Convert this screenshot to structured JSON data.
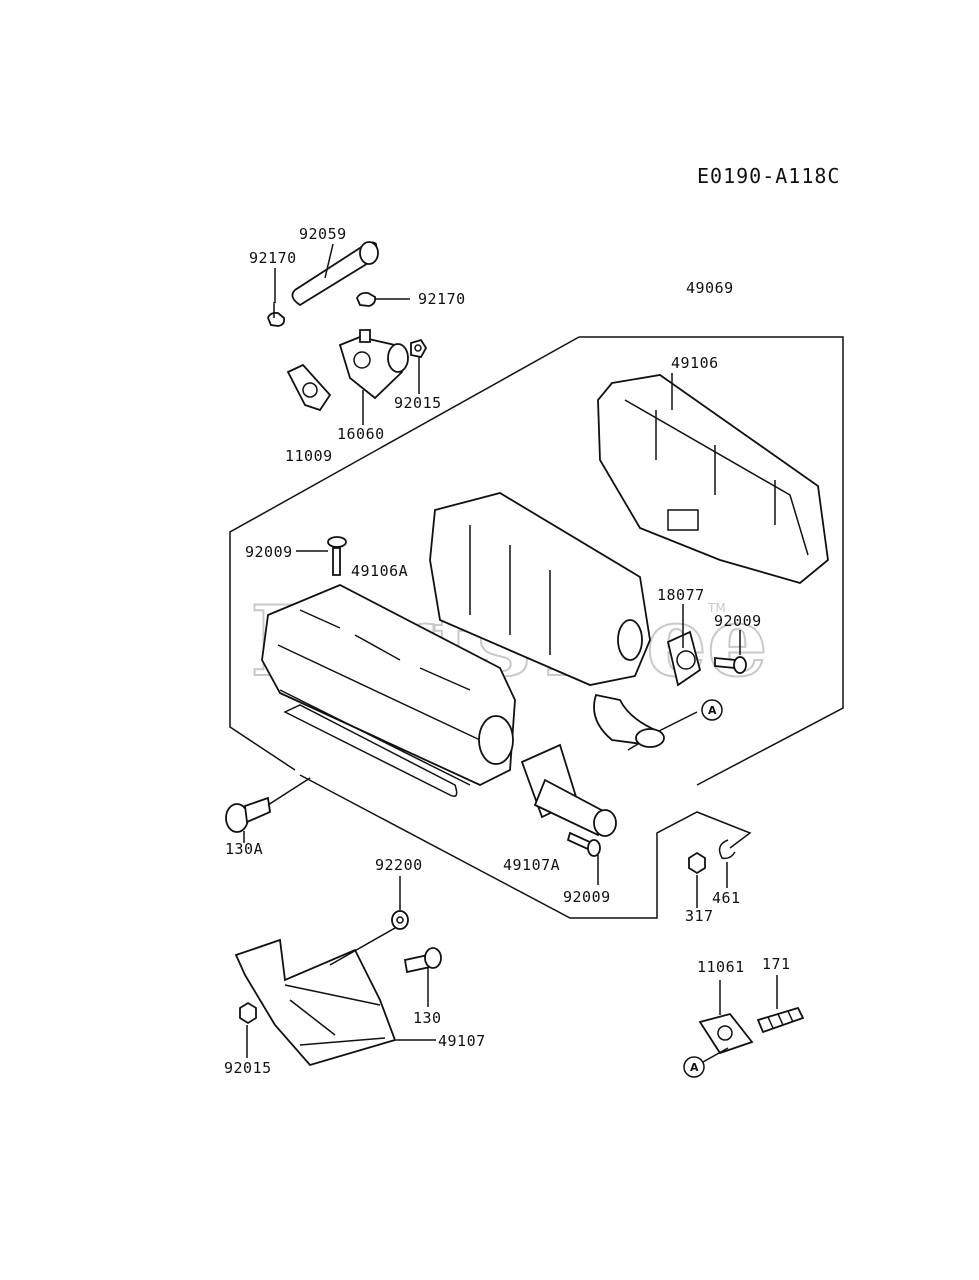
{
  "diagram_code": "E0190-A118C",
  "watermark": "PartsTree",
  "watermark_tm": "TM",
  "callout_ref": "A",
  "part_labels": {
    "p92059": "92059",
    "p92170_left": "92170",
    "p92170_right": "92170",
    "p49069": "49069",
    "p92015_top": "92015",
    "p16060": "16060",
    "p11009": "11009",
    "p49106": "49106",
    "p92009_top": "92009",
    "p49106A": "49106A",
    "p18077": "18077",
    "p92009_right": "92009",
    "p130A": "130A",
    "p49107A": "49107A",
    "p92009_bottom": "92009",
    "p92200": "92200",
    "p317": "317",
    "p461": "461",
    "p130": "130",
    "p49107": "49107",
    "p92015_bottom": "92015",
    "p11061": "11061",
    "p171": "171"
  }
}
